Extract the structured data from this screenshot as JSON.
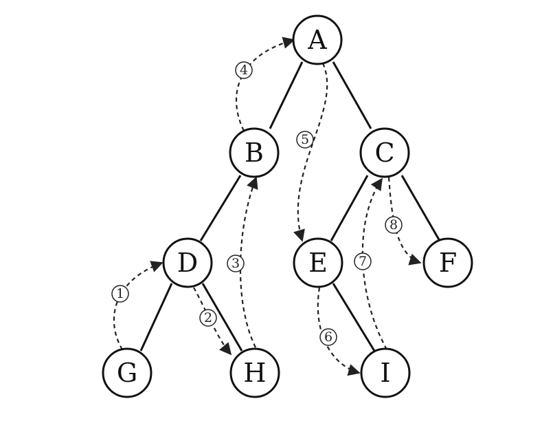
{
  "nodes": {
    "A": "A",
    "B": "B",
    "C": "C",
    "D": "D",
    "E": "E",
    "F": "F",
    "G": "G",
    "H": "H",
    "I": "I"
  },
  "steps": [
    "1",
    "2",
    "3",
    "4",
    "5",
    "6",
    "7",
    "8"
  ],
  "colors": {
    "stroke": "#111111",
    "background": "#ffffff"
  }
}
